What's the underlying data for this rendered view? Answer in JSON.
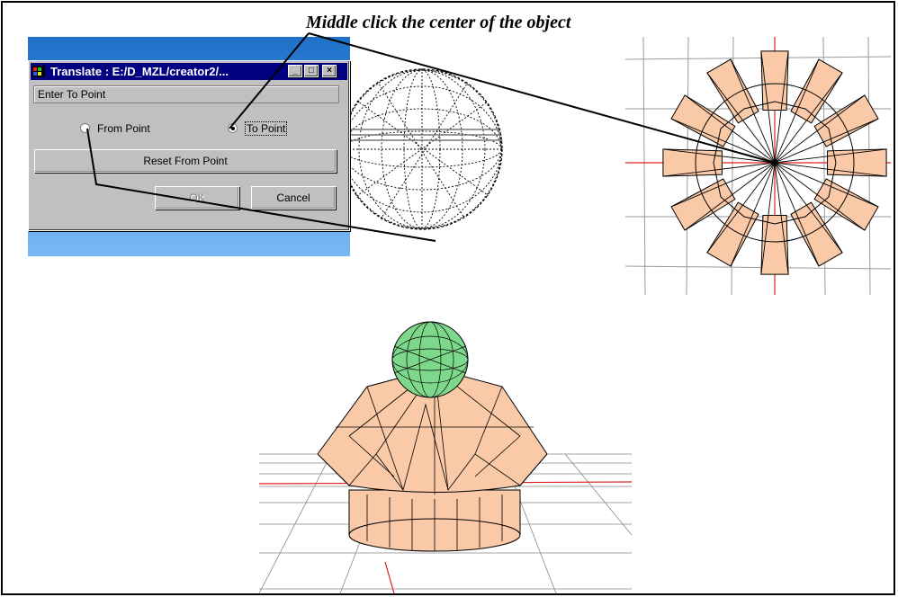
{
  "caption": "Middle click the center of the object",
  "dialog": {
    "title": "Translate : E:/D_MZL/creator2/...",
    "status": "Enter To Point",
    "radio_from": "From Point",
    "radio_to": "To Point",
    "selected": "To Point",
    "reset_button": "Reset From Point",
    "ok_button": "OK",
    "cancel_button": "Cancel",
    "minimize_glyph": "_",
    "maximize_glyph": "□",
    "close_glyph": "×"
  },
  "icons": [
    "app-icon",
    "minimize-icon",
    "maximize-icon",
    "close-icon"
  ],
  "colors": {
    "title_bar": "#000080",
    "dialog_face": "#c0c0c0",
    "model_fill": "#f9c9a8",
    "sphere_fill": "#7ed88c",
    "axis": "#e02020",
    "viewport_bg": "#4a98e8"
  }
}
